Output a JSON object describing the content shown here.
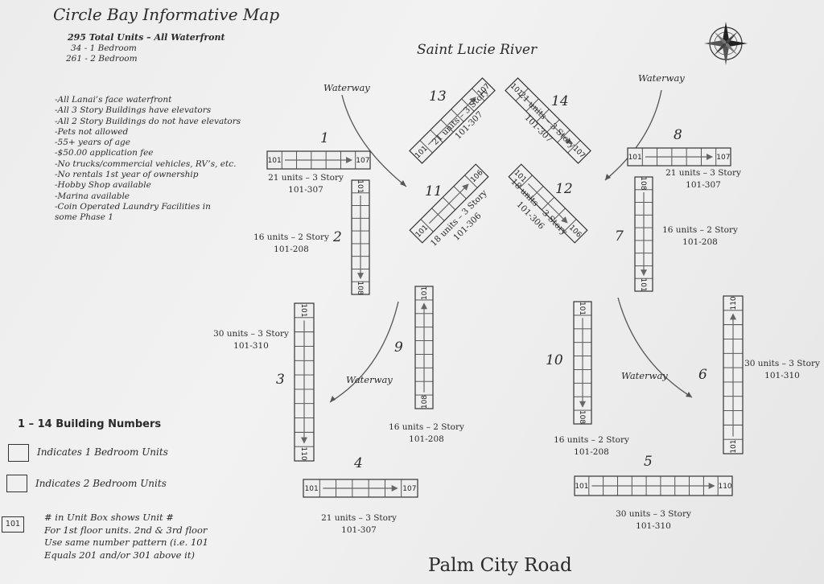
{
  "map": {
    "title": "Circle Bay Informative Map",
    "total_units": "295 Total Units – All Waterfront",
    "one_bedroom": "34 - 1 Bedroom",
    "two_bedroom": "261 - 2 Bedroom",
    "notes": [
      "-All Lanai’s face waterfront",
      "-All 3 Story Buildings have elevators",
      "-All 2 Story Buildings do not have elevators",
      "-Pets not allowed",
      "-55+ years of age",
      "-$50.00 application fee",
      "-No trucks/commercial vehicles, RV’s, etc.",
      "-No rentals 1st year of ownership",
      "-Hobby Shop available",
      "-Marina available",
      "-Coin Operated Laundry Facilities in",
      "some Phase 1"
    ],
    "river_label": "Saint Lucie River",
    "road_label": "Palm City Road",
    "waterway_label": "Waterway",
    "compass_icon": "compass-rose-icon"
  },
  "legend": {
    "heading": "1 – 14 Building Numbers",
    "one_bedroom_text": "Indicates 1 Bedroom Units",
    "two_bedroom_text": "Indicates 2 Bedroom Units",
    "unit_sample": "101",
    "unit_note": [
      "# in Unit Box shows Unit #",
      "For 1st floor units. 2nd & 3rd floor",
      "Use same number pattern (i.e. 101",
      "Equals 201 and/or 301 above it)"
    ]
  },
  "buildings": [
    {
      "number": "1",
      "units": "21 units – 3 Story",
      "range": "101-307",
      "start": "101",
      "end": "107"
    },
    {
      "number": "2",
      "units": "16 units – 2 Story",
      "range": "101-208",
      "start": "101",
      "end": "108"
    },
    {
      "number": "3",
      "units": "30 units – 3 Story",
      "range": "101-310",
      "start": "101",
      "end": "110"
    },
    {
      "number": "4",
      "units": "21 units – 3 Story",
      "range": "101-307",
      "start": "101",
      "end": "107"
    },
    {
      "number": "5",
      "units": "30 units – 3 Story",
      "range": "101-310",
      "start": "101",
      "end": "110"
    },
    {
      "number": "6",
      "units": "30 units – 3 Story",
      "range": "101-310",
      "start": "101",
      "end": "110"
    },
    {
      "number": "7",
      "units": "16 units – 2 Story",
      "range": "101-208",
      "start": "108",
      "end": "101"
    },
    {
      "number": "8",
      "units": "21 units – 3 Story",
      "range": "101-307",
      "start": "101",
      "end": "107"
    },
    {
      "number": "9",
      "units": "16 units – 2 Story",
      "range": "101-208",
      "start": "108",
      "end": "101"
    },
    {
      "number": "10",
      "units": "16 units – 2 Story",
      "range": "101-208",
      "start": "101",
      "end": "108"
    },
    {
      "number": "11",
      "units": "18 units – 3 Story",
      "range": "101-306",
      "start": "101",
      "end": "106"
    },
    {
      "number": "12",
      "units": "18 units – 3 Story",
      "range": "101-306",
      "start": "101",
      "end": "106"
    },
    {
      "number": "13",
      "units": "21 units – 3 Story",
      "range": "101-307",
      "start": "101",
      "end": "107"
    },
    {
      "number": "14",
      "units": "21 units – 3 Story",
      "range": "101-307",
      "start": "101",
      "end": "107"
    }
  ]
}
